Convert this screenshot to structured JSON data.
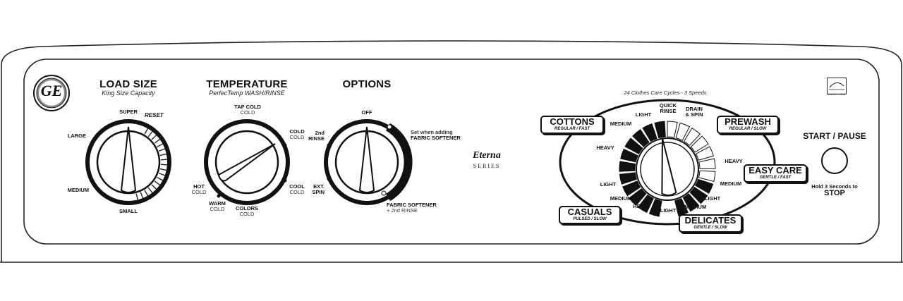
{
  "brand": {
    "logo_text": "GE",
    "series_name": "Eterna",
    "series_word": "SERIES",
    "energy_label": "ENERGY STAR"
  },
  "load_size": {
    "title": "LOAD SIZE",
    "subtitle": "King Size Capacity",
    "positions": {
      "super": "SUPER",
      "reset": "RESET",
      "large": "LARGE",
      "medium": "MEDIUM",
      "small": "SMALL"
    }
  },
  "temperature": {
    "title": "TEMPERATURE",
    "subtitle": "PerfecTemp WASH/RINSE",
    "positions": {
      "tap_cold_wash": "TAP COLD",
      "tap_cold_rinse": "COLD",
      "cold_cold_wash": "COLD",
      "cold_cold_rinse": "COLD",
      "cool_cold_wash": "COOL",
      "cool_cold_rinse": "COLD",
      "colors_cold_wash": "COLORS",
      "colors_cold_rinse": "COLD",
      "warm_cold_wash": "WARM",
      "warm_cold_rinse": "COLD",
      "hot_cold_wash": "HOT",
      "hot_cold_rinse": "COLD"
    }
  },
  "options": {
    "title": "OPTIONS",
    "positions": {
      "off": "OFF",
      "second_rinse_1": "2nd",
      "second_rinse_2": "RINSE",
      "ext_spin_1": "EXT.",
      "ext_spin_2": "SPIN",
      "set_when_adding": "Set when adding",
      "fabric_softener": "FABRIC SOFTENER",
      "fs_rinse_1": "FABRIC SOFTENER",
      "fs_rinse_2": "+ 2nd RINSE"
    }
  },
  "cycles": {
    "header": "24 Clothes Care Cycles - 3 Speeds",
    "cottons": {
      "name": "COTTONS",
      "speed": "REGULAR / FAST"
    },
    "prewash": {
      "name": "PREWASH",
      "speed": "REGULAR / SLOW"
    },
    "easy_care": {
      "name": "EASY CARE",
      "speed": "GENTLE / FAST"
    },
    "casuals": {
      "name": "CASUALS",
      "speed": "PULSED / SLOW"
    },
    "delicates": {
      "name": "DELICATES",
      "speed": "GENTLE / SLOW"
    },
    "labels": {
      "quick_rinse_1": "QUICK",
      "quick_rinse_2": "RINSE",
      "drain_spin_1": "DRAIN",
      "drain_spin_2": "& SPIN",
      "light_top": "LIGHT",
      "medium_top": "MEDIUM",
      "heavy_left": "HEAVY",
      "light_left": "LIGHT",
      "medium_bottom_left": "MEDIUM",
      "heavy_bottom": "HEAVY",
      "light_bottom": "LIGHT",
      "medium_bottom_right": "MEDIUM",
      "light_right": "LIGHT",
      "medium_right": "MEDIUM",
      "heavy_right": "HEAVY"
    }
  },
  "start_pause": {
    "title": "START / PAUSE",
    "hint": "Hold 3 Seconds to",
    "stop": "STOP"
  }
}
